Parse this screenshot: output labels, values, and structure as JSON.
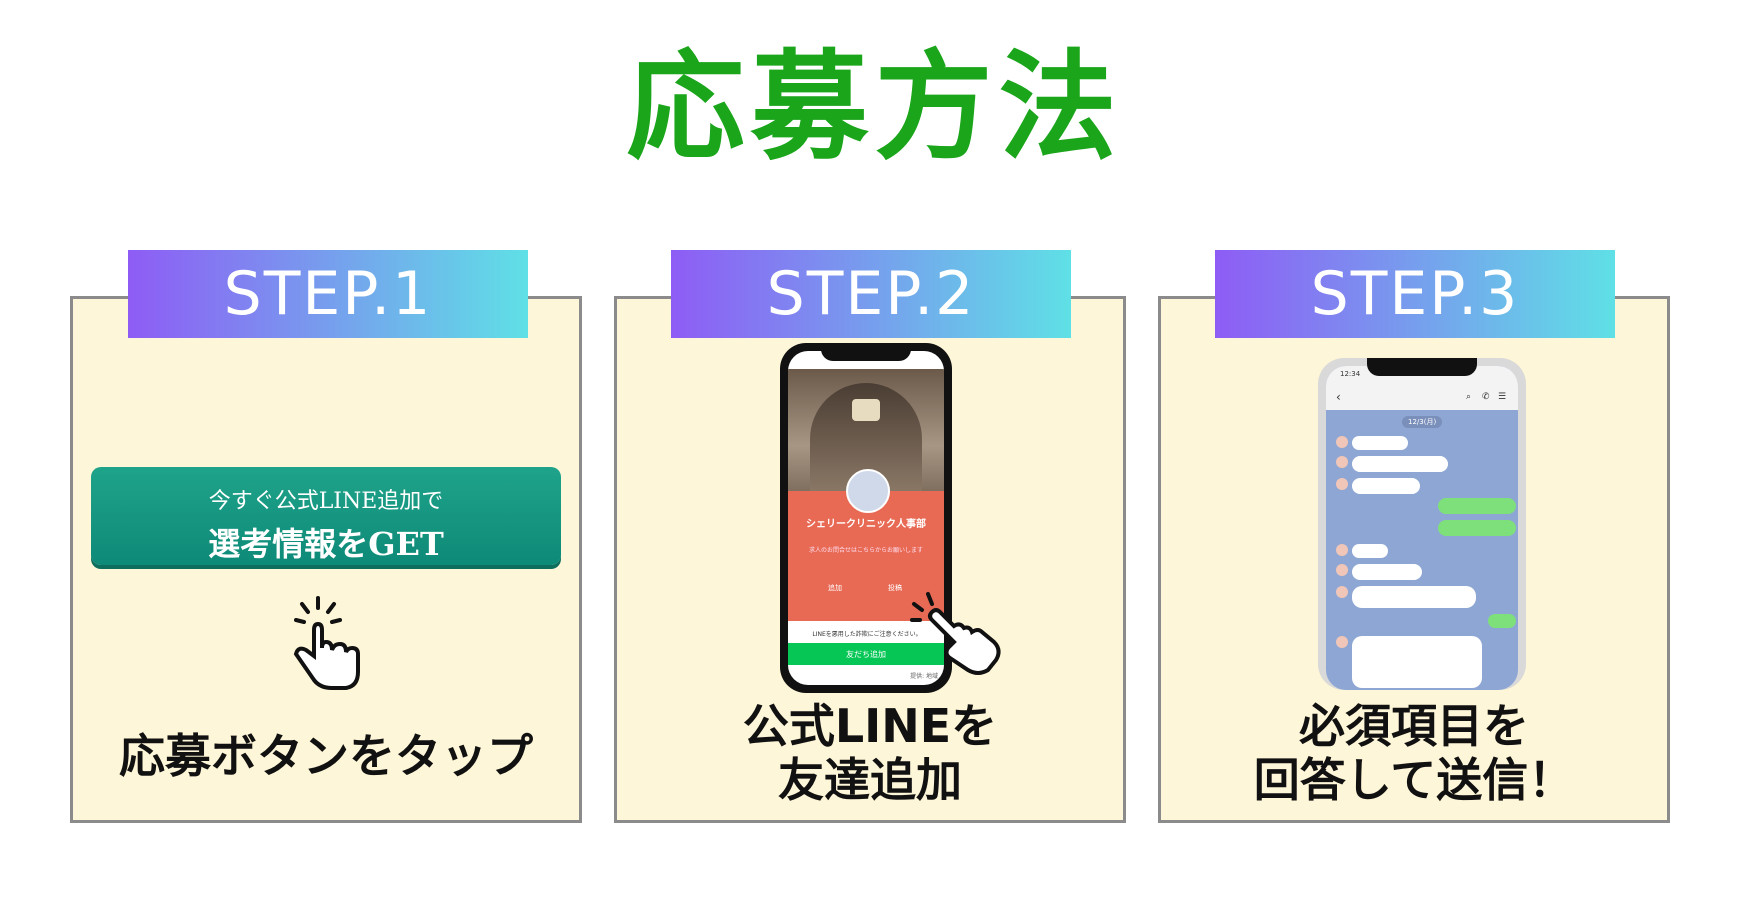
{
  "page": {
    "title": "応募方法",
    "title_color": "#1aa51a",
    "banner_gradient_start": "#8e5cf5",
    "banner_gradient_end": "#5fe0e6",
    "card_background": "#fef6d8"
  },
  "steps": [
    {
      "banner": "STEP.1",
      "cta_line1": "今すぐ公式LINE追加で",
      "cta_line2": "選考情報をGET",
      "label": "応募ボタンをタップ",
      "icon": "tap-hand-icon"
    },
    {
      "banner": "STEP.2",
      "label_line1": "公式LINEを",
      "label_line2": "友達追加",
      "phone": {
        "account_name": "シェリークリニック人事部",
        "subtitle": "求人のお問合せはこちらからお願いします",
        "add_label": "追加",
        "info_label": "投稿",
        "warning": "LINEを悪用した詐欺にご注意ください。",
        "add_friend_button": "友だち追加",
        "footer": "提供: 地域"
      },
      "icon": "tap-hand-icon"
    },
    {
      "banner": "STEP.3",
      "label_line1": "必須項目を",
      "label_line2": "回答して送信！",
      "phone": {
        "time": "12:34",
        "date_chip": "12/3(月)"
      }
    }
  ]
}
